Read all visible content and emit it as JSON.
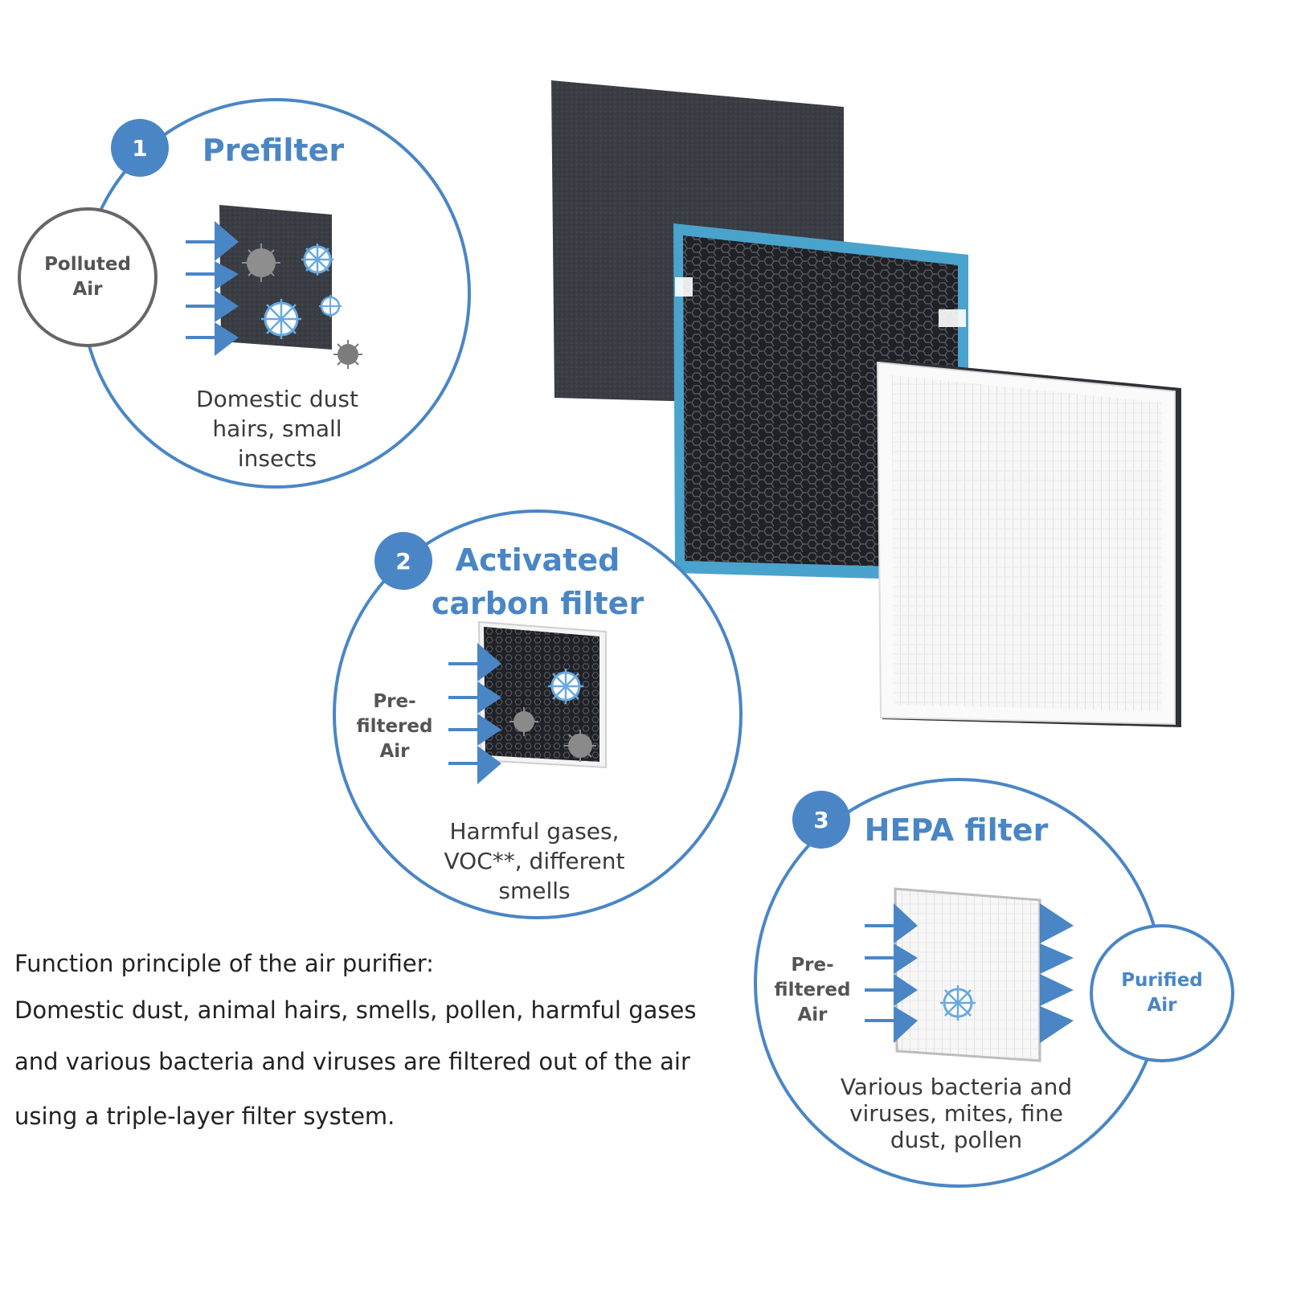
{
  "colors": {
    "accent": "#4a86c5",
    "polluted_border": "#666666",
    "text": "#3a3a3a"
  },
  "steps": [
    {
      "number": "1",
      "title_lines": [
        "Prefilter"
      ],
      "input_air": [
        "Polluted",
        "Air"
      ],
      "description_lines": [
        "Domestic dust",
        "hairs, small",
        "insects"
      ]
    },
    {
      "number": "2",
      "title_lines": [
        "Activated",
        "carbon filter"
      ],
      "input_air": [
        "Pre-",
        "filtered",
        "Air"
      ],
      "description_lines": [
        "Harmful gases,",
        "VOC**, different",
        "smells"
      ]
    },
    {
      "number": "3",
      "title_lines": [
        "HEPA filter"
      ],
      "input_air": [
        "Pre-",
        "filtered",
        "Air"
      ],
      "output_air": [
        "Purified",
        "Air"
      ],
      "description_lines": [
        "Various bacteria and",
        "viruses, mites, fine",
        "dust, pollen"
      ]
    }
  ],
  "principle_lines": [
    "Function principle of the air purifier:",
    "Domestic dust, animal hairs, smells, pollen, harmful gases",
    "and various bacteria and viruses are filtered out of the air",
    "using a triple-layer filter system."
  ]
}
